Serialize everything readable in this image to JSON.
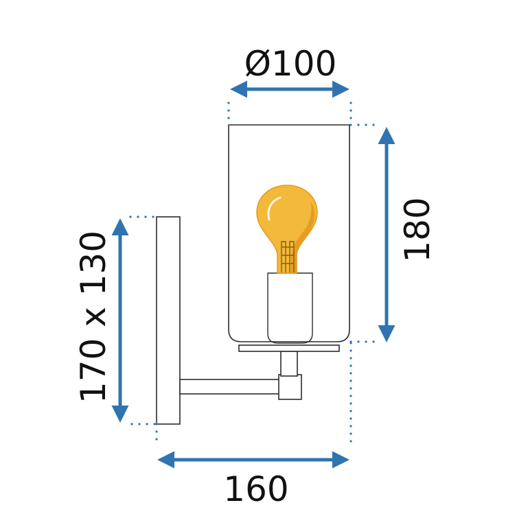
{
  "dimensions": {
    "diameter": "Ø100",
    "height": "180",
    "backplate": "170 x 130",
    "projection": "160"
  },
  "colors": {
    "accent": "#2f74b0",
    "bulb": "#f2b93a",
    "bulb_shade": "#e39a1f",
    "outline": "#2b2b2b"
  }
}
